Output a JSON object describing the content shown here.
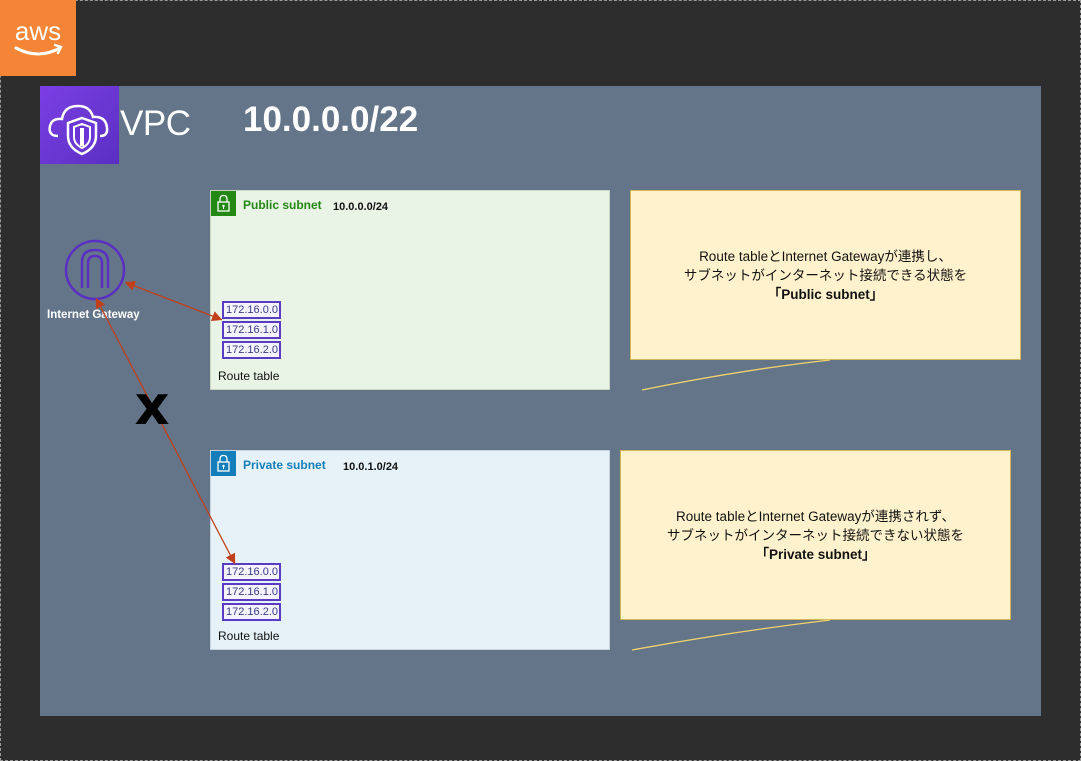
{
  "aws": {
    "logo_text": "aws",
    "brand_color": "#f58536"
  },
  "vpc": {
    "label": "VPC",
    "cidr": "10.0.0.0/22",
    "icon": "vpc-shield-cloud-icon"
  },
  "internet_gateway": {
    "label": "Internet Gateway",
    "icon": "internet-gateway-icon"
  },
  "public_subnet": {
    "title": "Public subnet",
    "cidr": "10.0.0.0/24",
    "icon": "lock-icon",
    "route_table": {
      "label": "Route table",
      "rows": [
        "172.16.0.0",
        "172.16.1.0",
        "172.16.2.0"
      ]
    }
  },
  "private_subnet": {
    "title": "Private subnet",
    "cidr": "10.0.1.0/24",
    "icon": "lock-icon",
    "route_table": {
      "label": "Route table",
      "rows": [
        "172.16.0.0",
        "172.16.1.0",
        "172.16.2.0"
      ]
    }
  },
  "callouts": {
    "public": {
      "line1": "Route tableとInternet Gatewayが連携し、",
      "line2": "サブネットがインターネット接続できる状態を",
      "line3": "「Public subnet」"
    },
    "private": {
      "line1": "Route tableとInternet Gatewayが連携されず、",
      "line2": "サブネットがインターネット接続できない状態を",
      "line3": "「Private subnet」"
    }
  },
  "connection_blocked_mark": "x",
  "colors": {
    "background": "#2d2d2d",
    "vpc_fill": "#647589",
    "public_green": "#248814",
    "private_blue": "#147eba",
    "route_table_purple": "#5a3bc4",
    "arrow_red": "#c0401c",
    "callout_fill": "#fff2cc"
  }
}
